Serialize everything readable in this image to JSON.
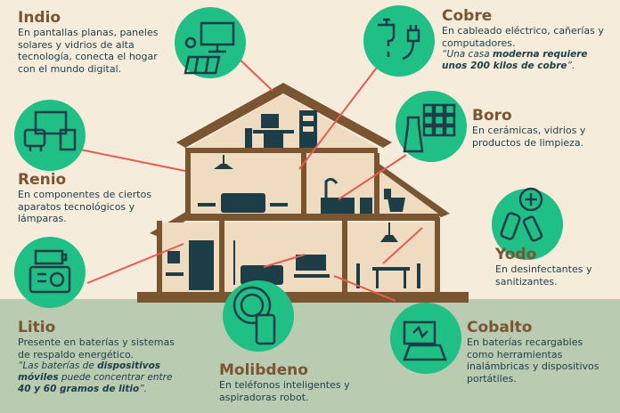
{
  "colors": {
    "background": "#f6ecdb",
    "ground": "#b9cbb1",
    "house_wall": "#7a5531",
    "room_fill": "#efdcc0",
    "icon_circle": "#1fbf86",
    "connector": "#e85a4f",
    "title_text": "#7a5531",
    "body_text": "#1d3d47"
  },
  "elements": [
    {
      "id": "indio",
      "title": "Indio",
      "desc": "En pantallas planas, paneles solares y vidrios de alta tecnología, conecta el hogar con el mundo digital.",
      "icons": [
        "monitor-icon",
        "solar-panel-icon"
      ]
    },
    {
      "id": "renio",
      "title": "Renio",
      "desc": "En componentes de ciertos aparatos tecnológicos y lámparas.",
      "icons": [
        "electronics-devices-icon"
      ]
    },
    {
      "id": "litio",
      "title": "Litio",
      "desc": "Presente en baterías y sistemas de respaldo energético.",
      "quote_pre": "“Las baterías de ",
      "quote_bold1": "dispositivos móviles",
      "quote_mid": " puede concentrar entre ",
      "quote_bold2": "40 y 60 gramos de litio",
      "quote_post": "”.",
      "icons": [
        "battery-generator-icon"
      ]
    },
    {
      "id": "molibdeno",
      "title": "Molibdeno",
      "desc": "En teléfonos inteligentes y aspiradoras robot.",
      "icons": [
        "robot-vacuum-phone-icon"
      ]
    },
    {
      "id": "cobalto",
      "title": "Cobalto",
      "desc": "En baterías recargables como herramientas inalámbricas y dispositivos portátiles.",
      "icons": [
        "laptop-battery-icon"
      ]
    },
    {
      "id": "yodo",
      "title": "Yodo",
      "desc": "En desinfectantes y sanitizantes.",
      "icons": [
        "disinfectant-icon"
      ]
    },
    {
      "id": "boro",
      "title": "Boro",
      "desc": "En cerámicas, vidrios y productos de limpieza.",
      "icons": [
        "cleaning-tiles-icon"
      ]
    },
    {
      "id": "cobre",
      "title": "Cobre",
      "desc": "En cableado eléctrico, cañerías y computadores.",
      "quote_pre": "“Una casa ",
      "quote_bold1": "moderna requiere unos 200 kilos de cobre",
      "quote_post": "”.",
      "icons": [
        "faucet-plug-icon"
      ]
    }
  ]
}
